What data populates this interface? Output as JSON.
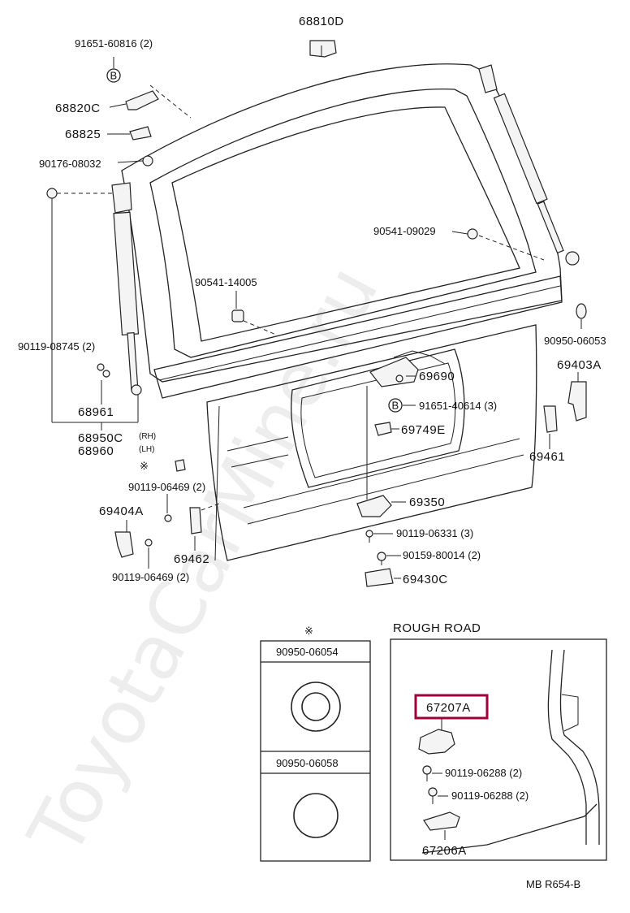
{
  "parts": {
    "p68810D": "68810D",
    "p91651_60816": "91651-60816 (2)",
    "p68820C": "68820C",
    "p68825": "68825",
    "p90176": "90176-08032",
    "p90541_09029": "90541-09029",
    "p90541_14005": "90541-14005",
    "p90119_08745": "90119-08745 (2)",
    "p68961": "68961",
    "p68950C": "68950C",
    "p68960": "68960",
    "rh": "(RH)",
    "lh": "(LH)",
    "p90950_06053": "90950-06053",
    "p69403A": "69403A",
    "p69690": "69690",
    "p91651_40614": "91651-40614 (3)",
    "p69749E": "69749E",
    "p69461": "69461",
    "p90119_06469a": "90119-06469 (2)",
    "p69404A": "69404A",
    "p69350": "69350",
    "p90119_06331": "90119-06331 (3)",
    "p90159": "90159-80014 (2)",
    "p69462": "69462",
    "p90119_06469b": "90119-06469 (2)",
    "p69430C": "69430C"
  },
  "markers": {
    "b_symbol": "B",
    "note_symbol": "※"
  },
  "inset_left": {
    "note_symbol": "※",
    "top_part": "90950-06054",
    "bottom_part": "90950-06058"
  },
  "inset_right": {
    "title": "ROUGH ROAD",
    "highlight_part": "67207A",
    "bolt1": "90119-06288 (2)",
    "bolt2": "90119-06288 (2)",
    "bracket": "67206A"
  },
  "footer": {
    "ref": "MB  R654-B"
  },
  "watermark": "ToyotaCarMine.ru",
  "colors": {
    "highlight": "#a0003a",
    "line": "#222222"
  }
}
